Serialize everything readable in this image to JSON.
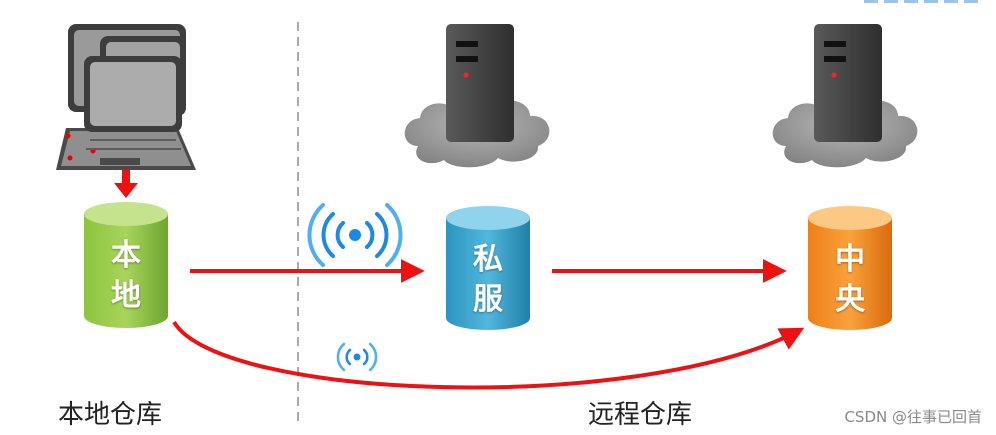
{
  "labels": {
    "local_db": "本地",
    "private_db": "私服",
    "central_db": "中央",
    "local_repo": "本地仓库",
    "remote_repo": "远程仓库",
    "watermark": "CSDN @往事已回首"
  },
  "icons": {
    "pc_cluster": "computer-stack-icon",
    "server_private": "server-tower-icon",
    "server_central": "server-tower-icon",
    "cloud": "cloud-icon",
    "wireless": "wireless-signal-icon"
  },
  "colors": {
    "arrow": "#ee1111",
    "divider": "#aaaaaa",
    "local_cyl": "#7cb342",
    "private_cyl": "#2f9fc8",
    "central_cyl": "#f0851f",
    "wireless": "#1e88e5",
    "server": "#3f3f3f",
    "cloud": "#8a8a8a"
  }
}
